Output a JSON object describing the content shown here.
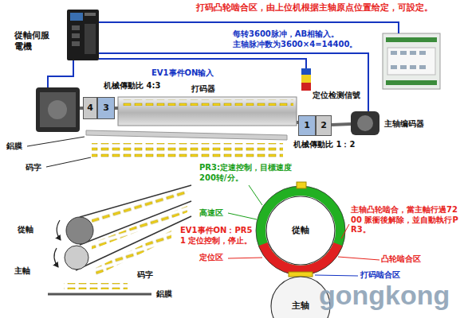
{
  "diagram": {
    "nodes": [
      {
        "text": [
          "4"
        ]
      },
      {
        "text": [
          "3"
        ]
      },
      {
        "text": [
          "1"
        ]
      },
      {
        "text": [
          "2"
        ]
      },
      {
        "text": [
          "從軸"
        ]
      },
      {
        "text": [
          "主轴"
        ]
      }
    ],
    "labels": [
      "打码凸轮啮合区，由上位机根据主轴原点位置给定，可設定。",
      "從軸伺服電機",
      "每转3600脉冲，AB相输入。",
      "主轴脉冲数为3600×4=14400。",
      "EV1事件ON输入",
      "机械傳動比 4:3",
      "打码器",
      "定位检测信號",
      "机械傳動比 1：2",
      "主轴编码器",
      "鋁膜",
      "码字",
      "從軸",
      "主軸",
      "码字",
      "鋁膜",
      "PR3:定速控制，目標速度200转/分。",
      "高速区",
      "EV1事件ON：PR51 定位控制，停止。",
      "定位区",
      "主轴凸轮啮合，當主軸行過7200 脈衝後解除，並自動執行PR3。",
      "凸轮啮合区",
      "打码啮合区",
      "gongkong"
    ]
  }
}
